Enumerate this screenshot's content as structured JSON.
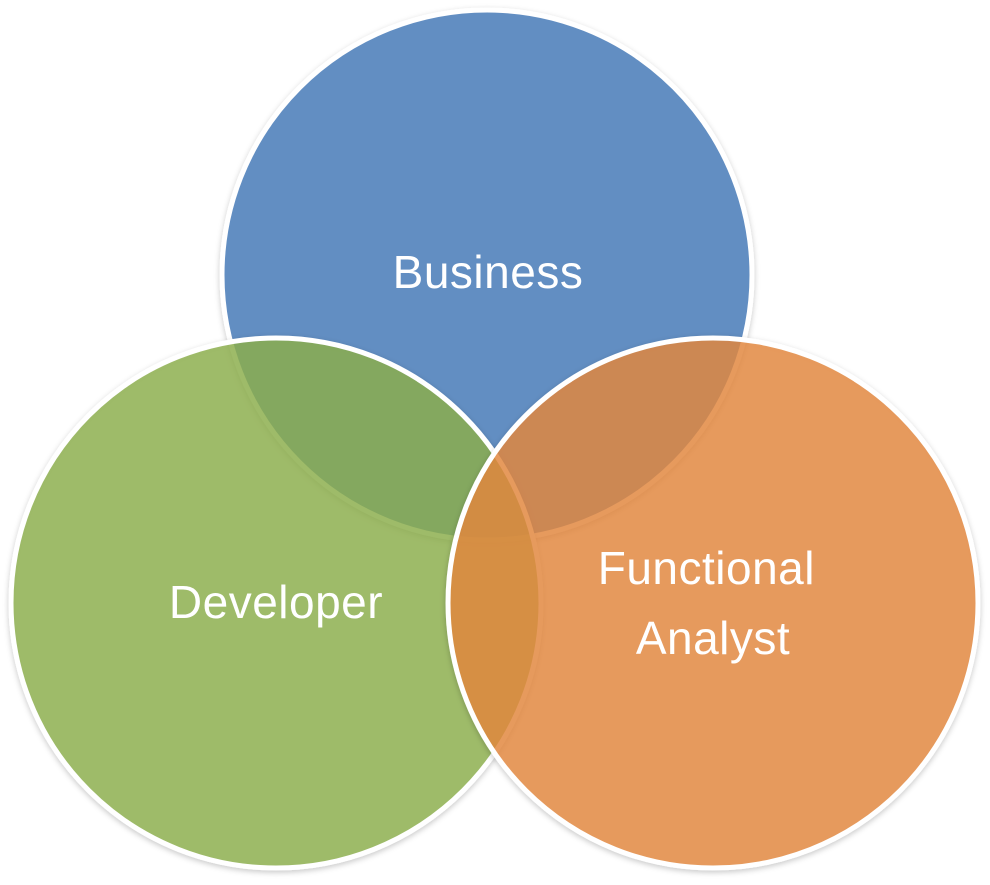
{
  "diagram": {
    "type": "venn",
    "sets": [
      {
        "key": "business",
        "label": "Business",
        "color": "#4f81bd"
      },
      {
        "key": "developer",
        "label": "Developer",
        "color": "#9bbb59"
      },
      {
        "key": "functional_analyst",
        "label_lines": [
          "Functional",
          "Analyst"
        ],
        "color": "#e68a3d"
      }
    ]
  }
}
